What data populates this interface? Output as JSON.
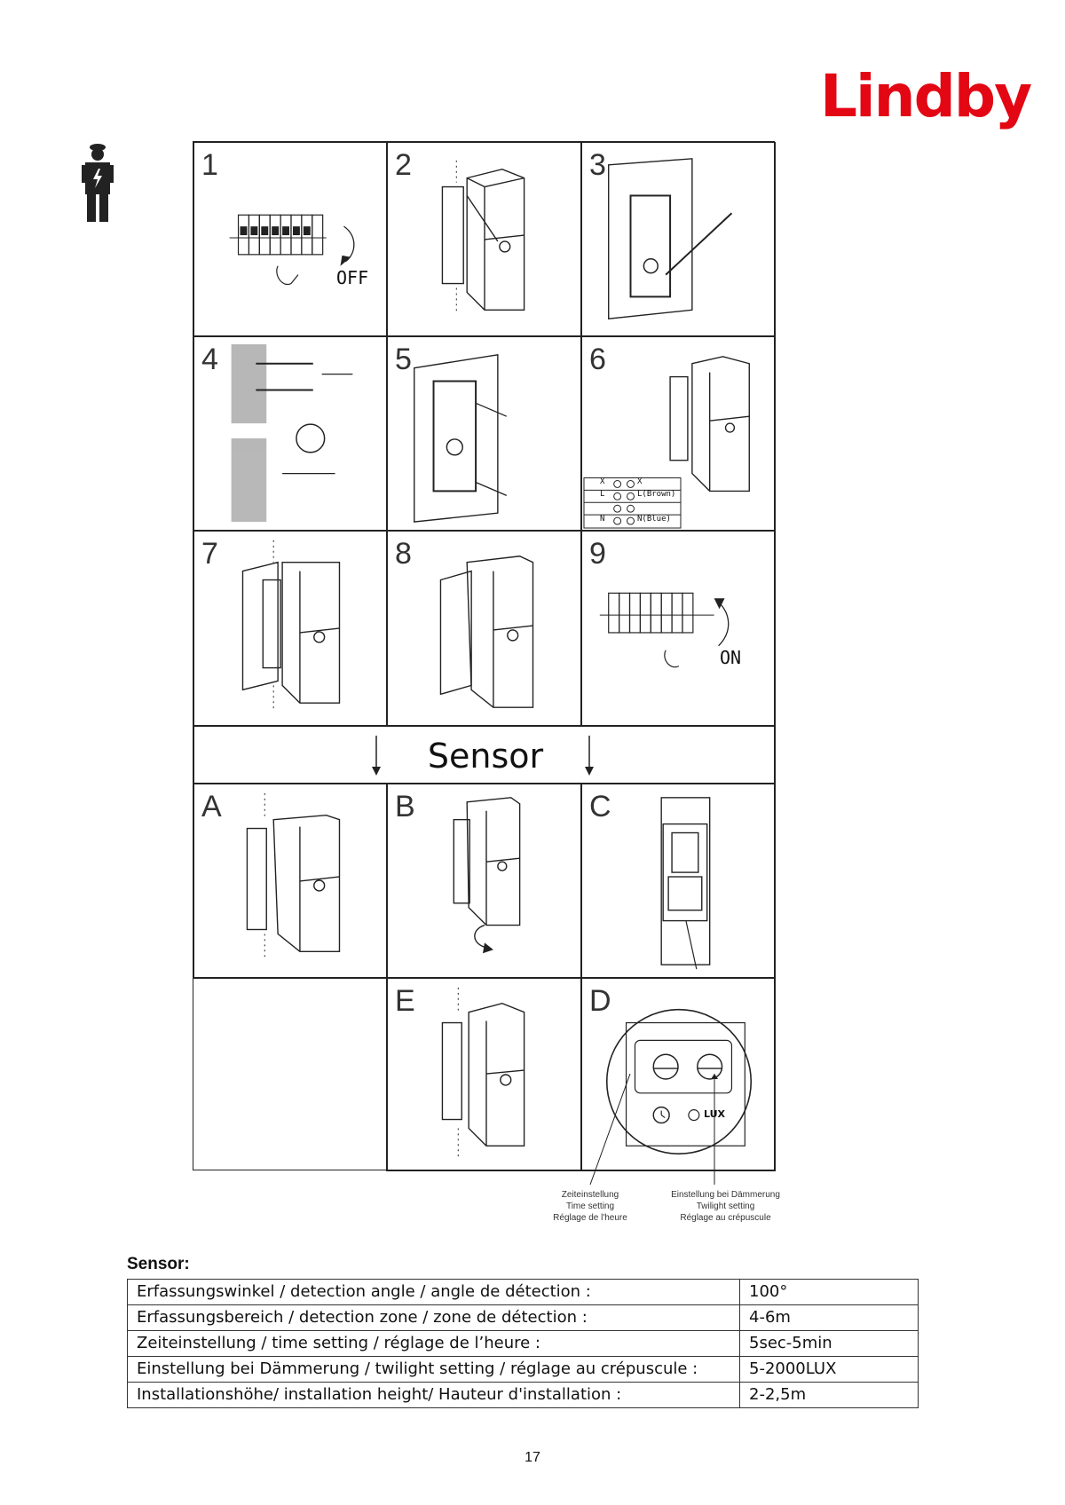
{
  "brand": {
    "logo_text": "Lindby",
    "logo_color": "#e30613"
  },
  "steps": [
    {
      "label": "1",
      "annotation": "OFF"
    },
    {
      "label": "2"
    },
    {
      "label": "3"
    },
    {
      "label": "4"
    },
    {
      "label": "5"
    },
    {
      "label": "6",
      "wiring": {
        "top_left": "X",
        "top_right": "X",
        "live": "L",
        "live_wire": "L(Brown)",
        "neutral": "N",
        "neutral_wire": "N(Blue)"
      }
    },
    {
      "label": "7"
    },
    {
      "label": "8"
    },
    {
      "label": "9",
      "annotation": "ON"
    }
  ],
  "sensor_banner": "Sensor",
  "sensor_steps": [
    {
      "label": "A"
    },
    {
      "label": "B"
    },
    {
      "label": "C"
    },
    {
      "label": "E"
    },
    {
      "label": "D",
      "dial_label": "LUX"
    }
  ],
  "callouts": {
    "time": [
      "Zeiteinstellung",
      "Time setting",
      "Réglage de l'heure"
    ],
    "twilight": [
      "Einstellung bei Dämmerung",
      "Twilight setting",
      "Réglage au crépuscule"
    ]
  },
  "spec": {
    "title": "Sensor:",
    "rows": [
      {
        "label": "Erfassungswinkel / detection angle / angle de détection :",
        "value": "100°"
      },
      {
        "label": "Erfassungsbereich / detection zone / zone de détection :",
        "value": "4-6m"
      },
      {
        "label": "Zeiteinstellung / time setting / réglage de l’heure :",
        "value": "5sec-5min"
      },
      {
        "label": "Einstellung bei Dämmerung / twilight setting / réglage au crépuscule :",
        "value": "5-2000LUX"
      },
      {
        "label": "Installationshöhe/ installation height/ Hauteur d'installation :",
        "value": "2-2,5m"
      }
    ]
  },
  "page_number": "17"
}
